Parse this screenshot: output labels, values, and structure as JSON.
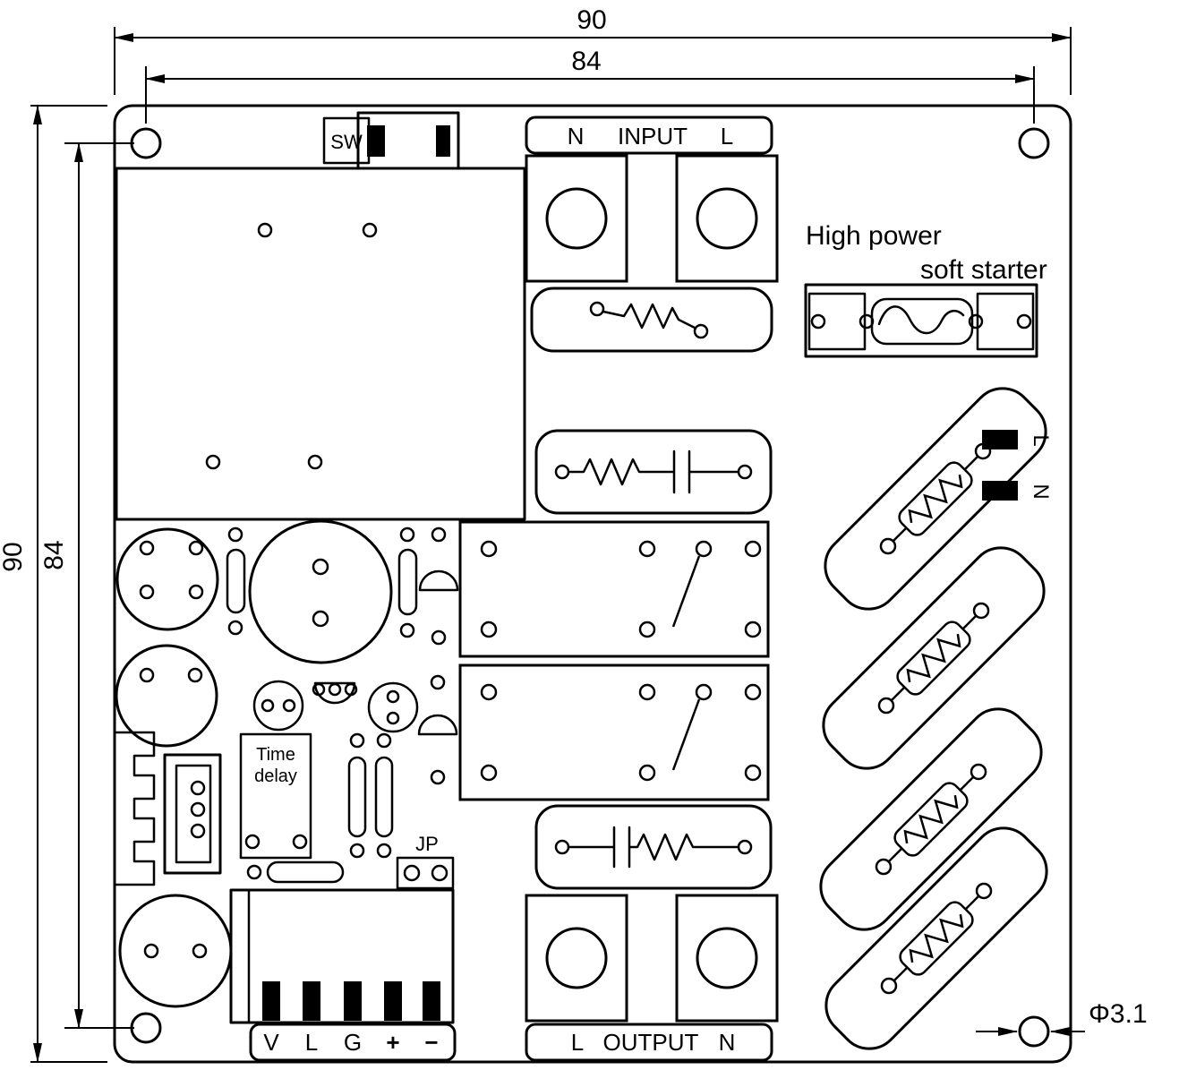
{
  "colors": {
    "line": "#000000",
    "background": "#ffffff"
  },
  "header": {
    "title_line1": "High power",
    "title_line2": "soft starter"
  },
  "dimensions": {
    "board_width": "90",
    "hole_spacing_x": "84",
    "board_height": "90",
    "hole_spacing_y": "84",
    "hole_diameter": "Φ3.1"
  },
  "connectors": {
    "input": {
      "n": "N",
      "title": "INPUT",
      "l": "L"
    },
    "output": {
      "l": "L",
      "title": "OUTPUT",
      "n": "N"
    },
    "power_terminal": {
      "pins": [
        "V",
        "L",
        "G",
        "+",
        "−"
      ]
    }
  },
  "components": {
    "switch_label": "SW",
    "jumper_label": "JP",
    "time_delay": {
      "line1": "Time",
      "line2": "delay"
    },
    "line_markers": {
      "l": "L",
      "n": "N"
    }
  }
}
